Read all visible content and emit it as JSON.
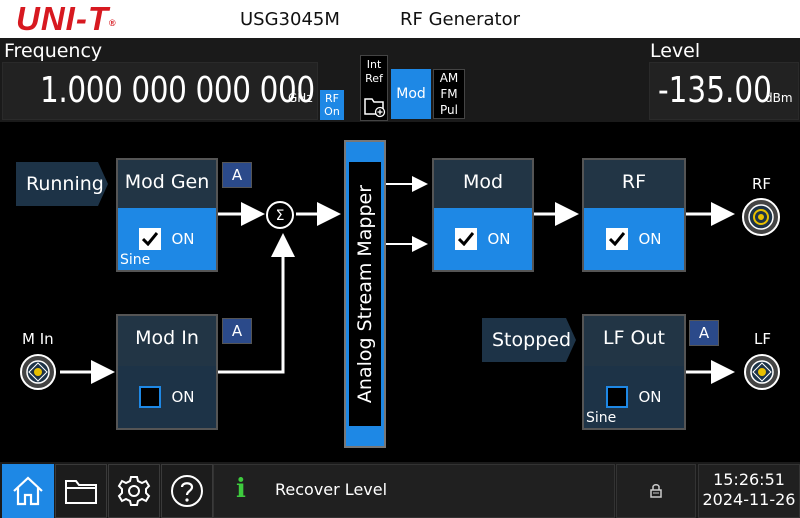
{
  "header": {
    "logo": "UNI-T",
    "model": "USG3045M",
    "app_name": "RF Generator"
  },
  "frequency": {
    "label": "Frequency",
    "value": "1.000 000 000 000",
    "unit": "GHz",
    "rf_on_line1": "RF",
    "rf_on_line2": "On"
  },
  "reference": {
    "line1": "Int",
    "line2": "Ref"
  },
  "modulation": {
    "button_label": "Mod",
    "types": [
      "AM",
      "FM",
      "Pul"
    ]
  },
  "level": {
    "label": "Level",
    "value": "-135.00",
    "unit": "dBm"
  },
  "diagram": {
    "mod_gen": {
      "status": "Running",
      "title": "Mod Gen",
      "on_label": "ON",
      "checked": true,
      "waveform": "Sine",
      "a_button": "A"
    },
    "mod_in": {
      "title": "Mod In",
      "on_label": "ON",
      "checked": false,
      "a_button": "A",
      "input_label": "M In"
    },
    "sum_symbol": "Σ",
    "mapper_label": "Analog Stream Mapper",
    "mod": {
      "title": "Mod",
      "on_label": "ON",
      "checked": true
    },
    "rf": {
      "title": "RF",
      "on_label": "ON",
      "checked": true,
      "output_label": "RF"
    },
    "lf_out": {
      "status": "Stopped",
      "title": "LF Out",
      "on_label": "ON",
      "checked": false,
      "waveform": "Sine",
      "a_button": "A",
      "output_label": "LF"
    }
  },
  "bottombar": {
    "message": "Recover Level",
    "message_icon": "i",
    "time": "15:26:51",
    "date": "2024-11-26",
    "icons": [
      "home-icon",
      "folder-icon",
      "gear-icon",
      "help-icon",
      "lock-icon"
    ]
  },
  "colors": {
    "accent": "#1e88e5",
    "block_bg": "#223545",
    "brand": "#d71920",
    "info_green": "#3ecb3e"
  }
}
